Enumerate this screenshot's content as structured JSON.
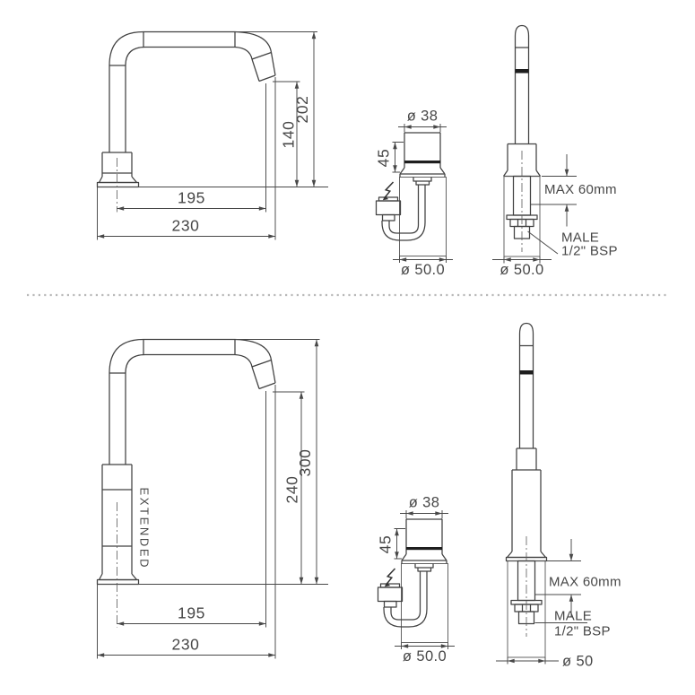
{
  "standard": {
    "front": {
      "overall_height": "202",
      "spout_height": "140",
      "spout_reach": "195",
      "overall_width": "230"
    },
    "control": {
      "top_diameter": "ø 38",
      "body_height": "45",
      "base_diameter": "ø 50.0"
    },
    "column": {
      "max_deck_thickness": "MAX 60mm",
      "connection_line1": "MALE",
      "connection_line2": "1/2\" BSP",
      "base_diameter": "ø 50.0"
    }
  },
  "extended": {
    "front": {
      "variant_label": "EXTENDED",
      "overall_height": "300",
      "spout_height": "240",
      "spout_reach": "195",
      "overall_width": "230"
    },
    "control": {
      "top_diameter": "ø 38",
      "body_height": "45",
      "base_diameter": "ø 50.0"
    },
    "column": {
      "max_deck_thickness": "MAX 60mm",
      "connection_line1": "MALE",
      "connection_line2": "1/2\" BSP",
      "base_diameter": "ø 50"
    }
  }
}
